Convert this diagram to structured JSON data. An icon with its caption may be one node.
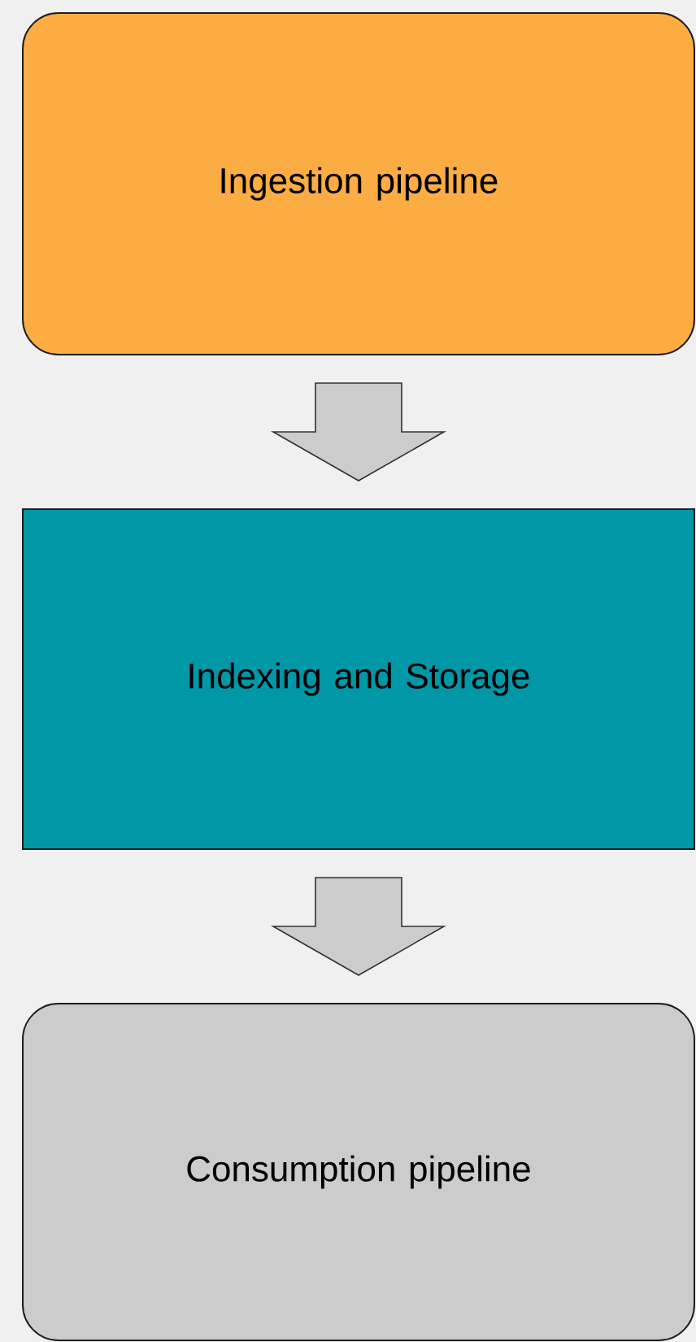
{
  "diagram": {
    "nodes": [
      {
        "text": [
          "Ingestion pipeline"
        ]
      },
      {
        "text": [
          "Indexing and Storage"
        ]
      },
      {
        "text": [
          "Consumption pipeline"
        ]
      }
    ],
    "edges": [
      {
        "from": 0,
        "to": 1,
        "arrow": "to"
      },
      {
        "from": 1,
        "to": 2,
        "arrow": "to"
      }
    ]
  }
}
